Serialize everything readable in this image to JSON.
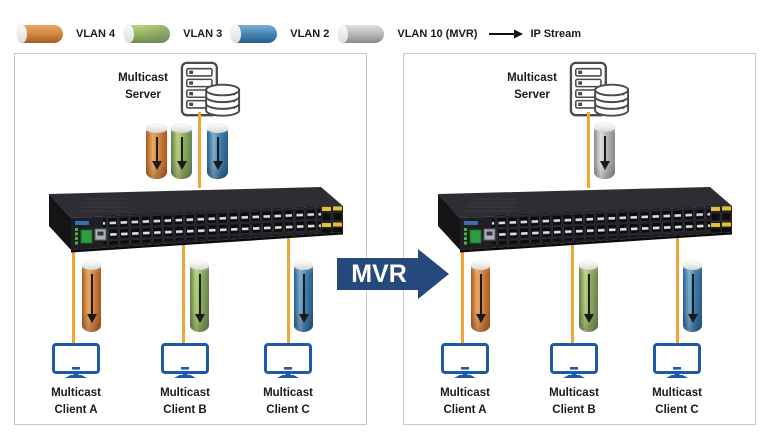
{
  "legend": {
    "items": [
      {
        "label": "VLAN 4",
        "color": "#D08440"
      },
      {
        "label": "VLAN 3",
        "color": "#8FB05A"
      },
      {
        "label": "VLAN 2",
        "color": "#4180B0"
      },
      {
        "label": "VLAN 10 (MVR)",
        "color": "#B5B5B5"
      }
    ],
    "ip_stream": {
      "label": "IP Stream",
      "arrow_color": "#111111"
    }
  },
  "transform_label": "MVR",
  "colors": {
    "connection_line": "#F2A535",
    "monitor_outline": "#1E5AA8",
    "mvr_arrow": "#25497C"
  },
  "panels": {
    "before": {
      "server": {
        "label": "Multicast Server"
      },
      "uplink_streams": [
        {
          "vlan": "VLAN 4",
          "color": "#D08440"
        },
        {
          "vlan": "VLAN 3",
          "color": "#8FB05A"
        },
        {
          "vlan": "VLAN 2",
          "color": "#4180B0"
        }
      ],
      "clients": [
        {
          "label": "Multicast Client A",
          "stream_vlan": "VLAN 4",
          "stream_color": "#D08440"
        },
        {
          "label": "Multicast Client B",
          "stream_vlan": "VLAN 3",
          "stream_color": "#8FB05A"
        },
        {
          "label": "Multicast Client C",
          "stream_vlan": "VLAN 2",
          "stream_color": "#4180B0"
        }
      ]
    },
    "after": {
      "server": {
        "label": "Multicast Server"
      },
      "uplink_streams": [
        {
          "vlan": "VLAN 10 (MVR)",
          "color": "#B5B5B5"
        }
      ],
      "clients": [
        {
          "label": "Multicast Client A",
          "stream_vlan": "VLAN 4",
          "stream_color": "#D08440"
        },
        {
          "label": "Multicast Client B",
          "stream_vlan": "VLAN 3",
          "stream_color": "#8FB05A"
        },
        {
          "label": "Multicast Client C",
          "stream_vlan": "VLAN 2",
          "stream_color": "#4180B0"
        }
      ]
    }
  }
}
